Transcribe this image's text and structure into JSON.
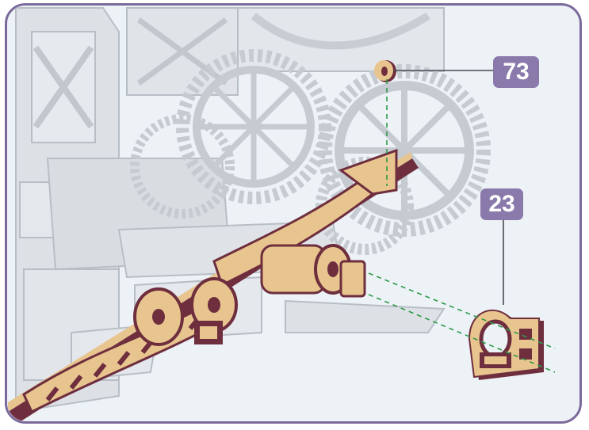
{
  "badges": [
    {
      "label": "73",
      "part": "washer"
    },
    {
      "label": "23",
      "part": "bracket"
    }
  ],
  "colors": {
    "frame_border": "#7b6a9c",
    "badge_fill": "#8a79ab",
    "background": "#edf2f7",
    "model_grey": "#d4d8dd",
    "wood_light": "#e8c58f",
    "wood_edge": "#6e2e3e",
    "guide_line": "#2e9a48"
  }
}
